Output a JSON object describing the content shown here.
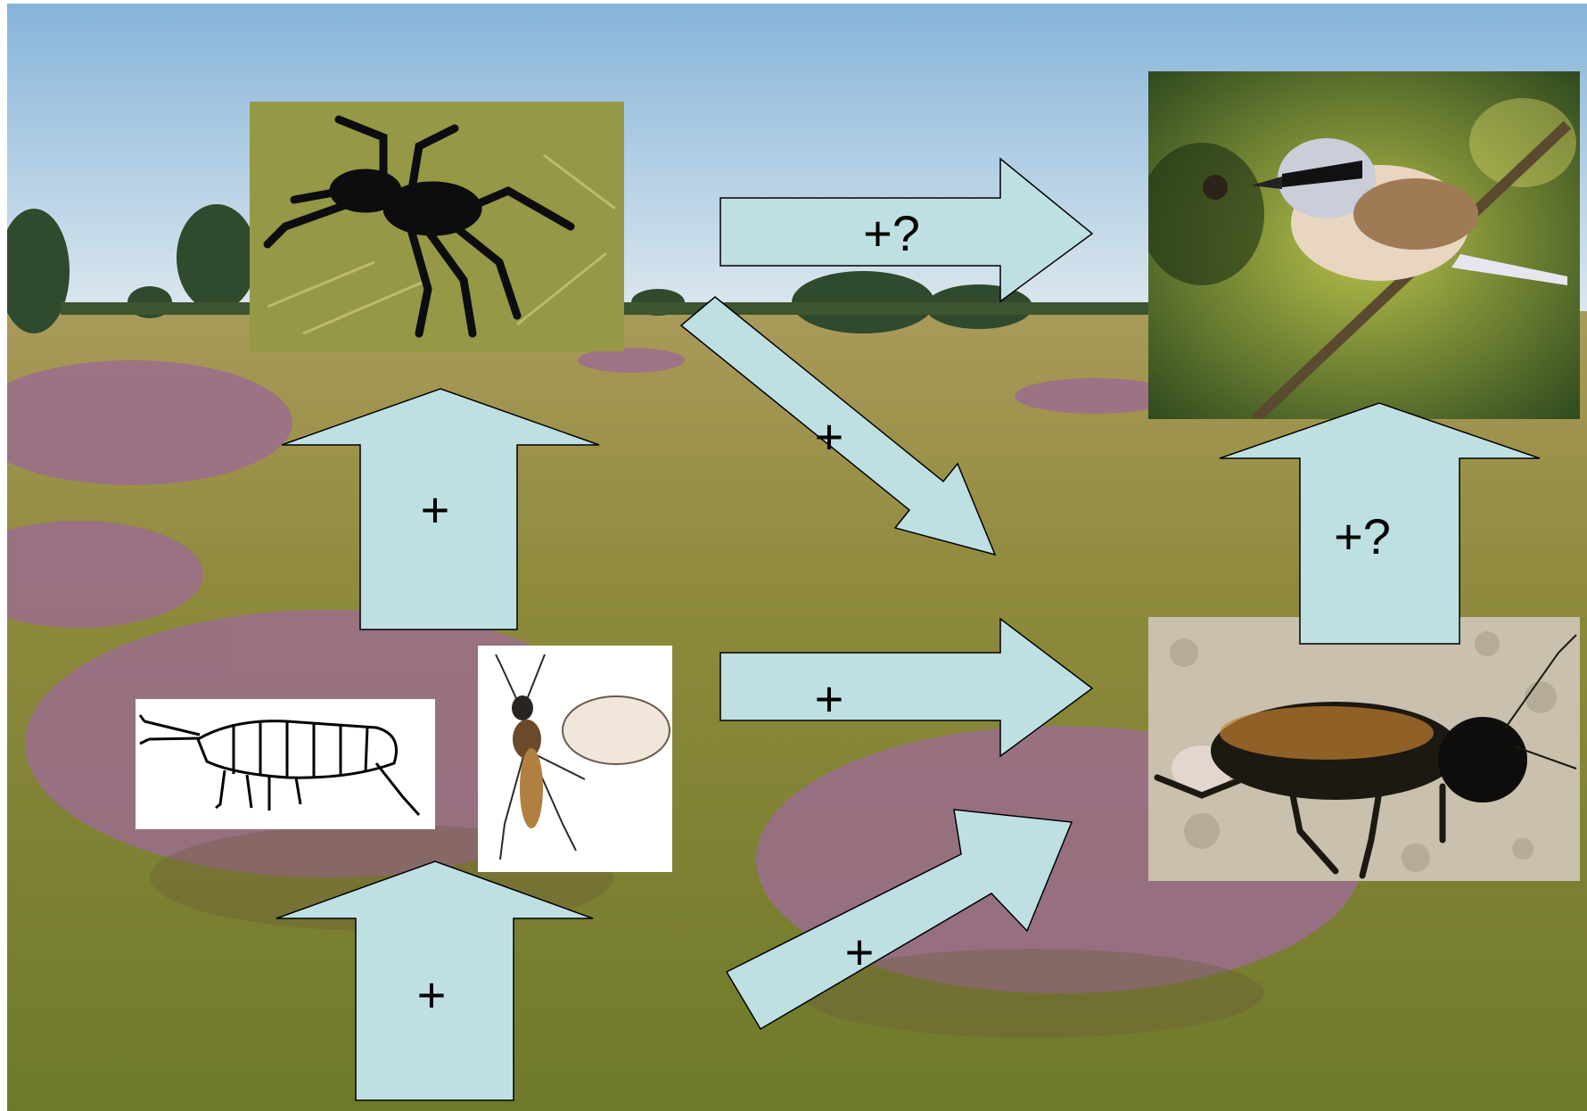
{
  "colors": {
    "arrow_fill": "#bfe0e3",
    "arrow_stroke": "#000000",
    "sky_top": "#8db8dc",
    "sky_bottom": "#dbe8ee",
    "heather": "#9a6a8a",
    "grass": "#8a8a3a"
  },
  "organisms": [
    {
      "name": "spider-photo",
      "kind": "photo"
    },
    {
      "name": "shrike-photo",
      "kind": "photo"
    },
    {
      "name": "springtail-drawing",
      "kind": "drawing"
    },
    {
      "name": "gnat-drawing",
      "kind": "drawing"
    },
    {
      "name": "cricket-photo",
      "kind": "photo"
    }
  ],
  "arrows": [
    {
      "id": "prey-to-spider",
      "label": "+"
    },
    {
      "id": "base-to-prey",
      "label": "+"
    },
    {
      "id": "spider-to-shrike",
      "label": "+?"
    },
    {
      "id": "spider-to-cricket",
      "label": "+"
    },
    {
      "id": "prey-to-cricket",
      "label": "+"
    },
    {
      "id": "base-to-cricket",
      "label": "+"
    },
    {
      "id": "cricket-to-shrike",
      "label": "+?"
    }
  ]
}
